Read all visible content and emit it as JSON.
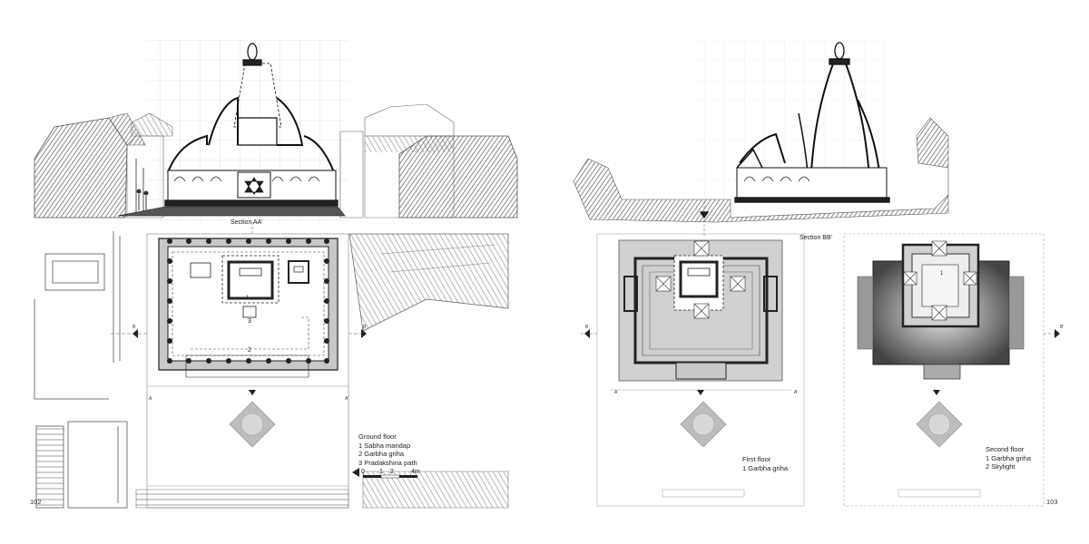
{
  "left_page": {
    "section_title": "Section AA'",
    "legend": {
      "title": "Ground floor",
      "items": [
        "1 Sabha mandap",
        "2 Garbha griha",
        "3 Pradakshina path"
      ]
    },
    "room_numbers": [
      "1",
      "2",
      "3"
    ],
    "scale_ticks": [
      "0",
      "1",
      "2",
      "4m"
    ],
    "section_marks": {
      "a": "A",
      "b": "B",
      "a_prime": "A'",
      "b_prime": "B'"
    },
    "page_number": "102"
  },
  "right_page": {
    "section_title": "Section BB'",
    "first_floor": {
      "title": "First floor",
      "items": [
        "1 Garbha griha"
      ]
    },
    "second_floor": {
      "title": "Second floor",
      "items": [
        "1 Garbha griha",
        "2 Skylight"
      ]
    },
    "room_numbers": [
      "1"
    ],
    "section_marks": {
      "a": "A",
      "b": "B",
      "a_prime": "A'",
      "b_prime": "B'"
    },
    "page_number": "103"
  },
  "colors": {
    "ink": "#222222",
    "hatch": "#8a8a8a",
    "fill_gray": "#c9c9c9",
    "grid": "#cfcfcf"
  }
}
